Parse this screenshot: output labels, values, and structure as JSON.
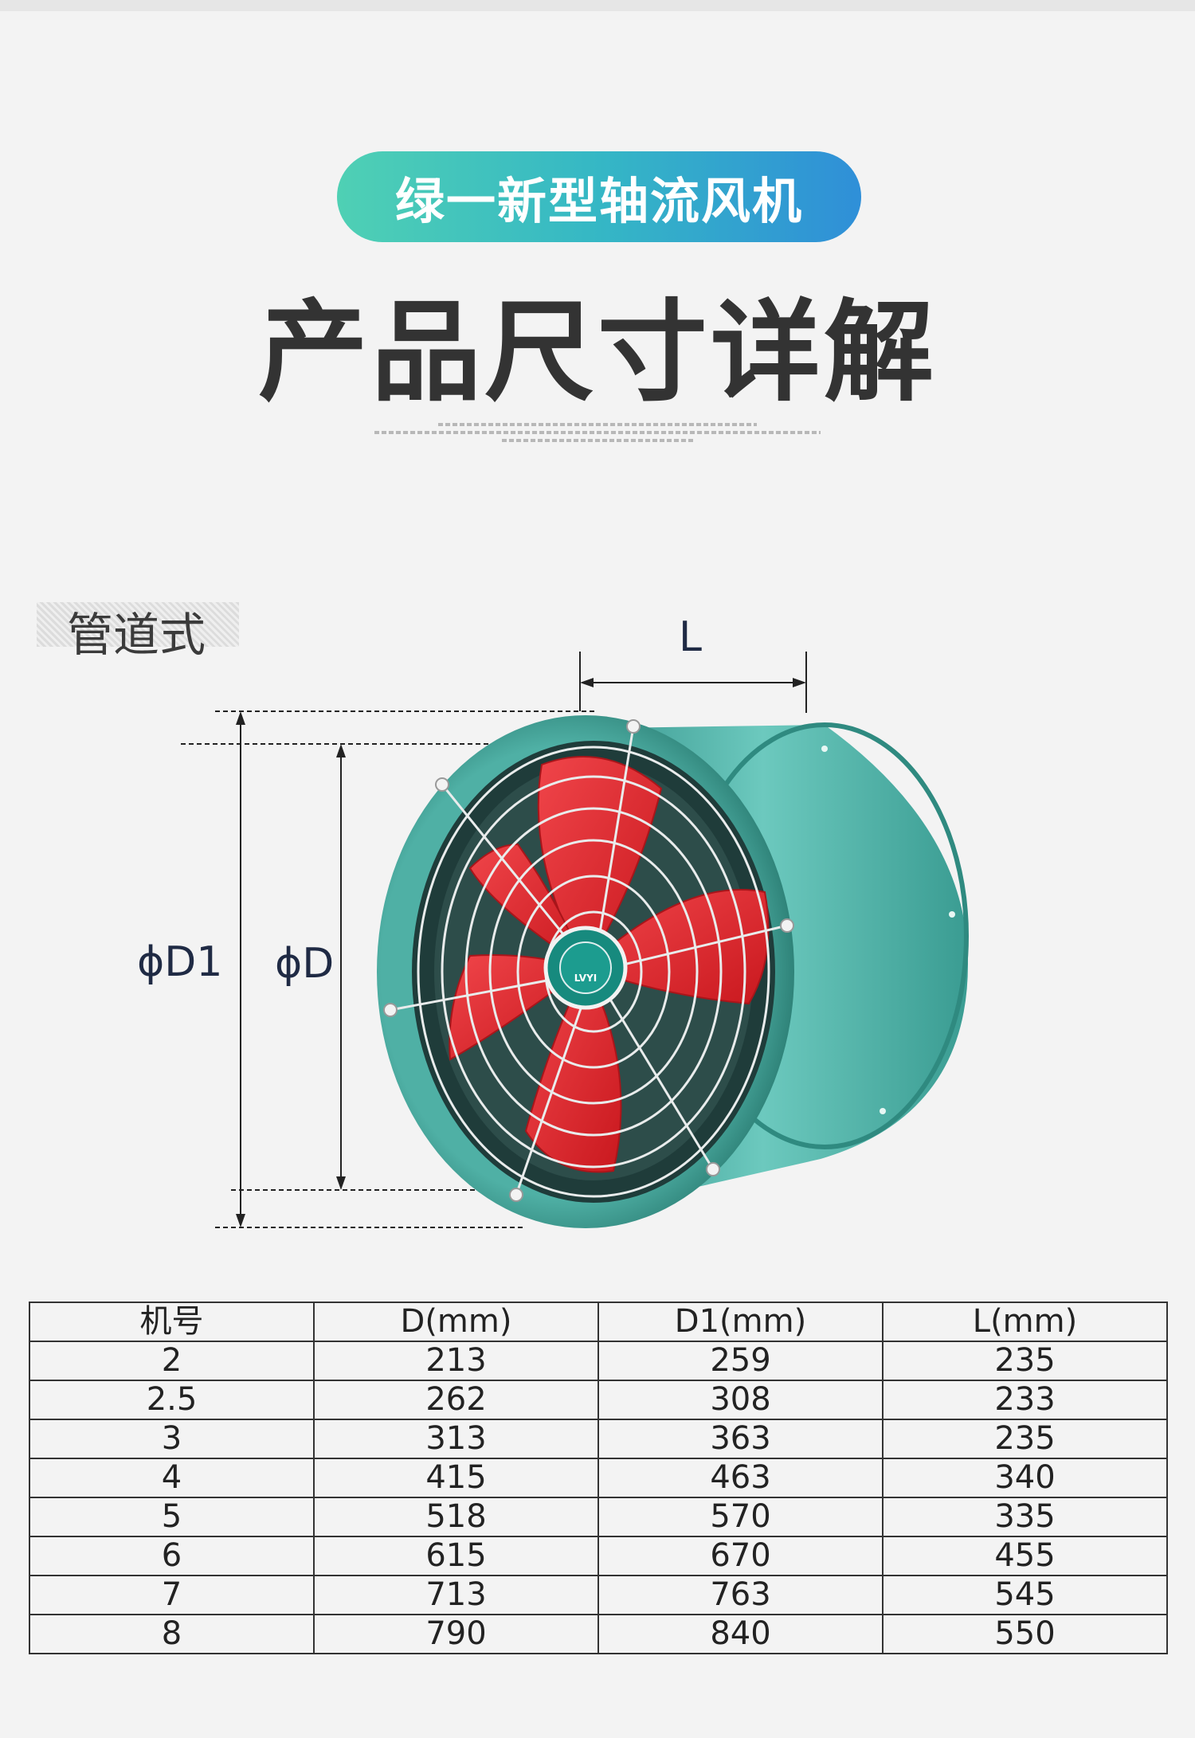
{
  "header": {
    "badge": "绿一新型轴流风机",
    "title": "产品尺寸详解"
  },
  "section": {
    "label": "管道式"
  },
  "dimensions": {
    "L": "L",
    "D1": "ϕD1",
    "D": "ϕD"
  },
  "product": {
    "hub_logo": "LVYI"
  },
  "table": {
    "headers": [
      "机号",
      "D(mm)",
      "D1(mm)",
      "L(mm)"
    ],
    "rows": [
      [
        "2",
        "213",
        "259",
        "235"
      ],
      [
        "2.5",
        "262",
        "308",
        "233"
      ],
      [
        "3",
        "313",
        "363",
        "235"
      ],
      [
        "4",
        "415",
        "463",
        "340"
      ],
      [
        "5",
        "518",
        "570",
        "335"
      ],
      [
        "6",
        "615",
        "670",
        "455"
      ],
      [
        "7",
        "713",
        "763",
        "545"
      ],
      [
        "8",
        "790",
        "840",
        "550"
      ]
    ]
  },
  "colors": {
    "badge_gradient_start": "#4fd0b4",
    "badge_gradient_end": "#2f8fd8",
    "fan_housing": "#45aa9e",
    "fan_blade": "#e0262b",
    "background": "#f3f3f3"
  }
}
